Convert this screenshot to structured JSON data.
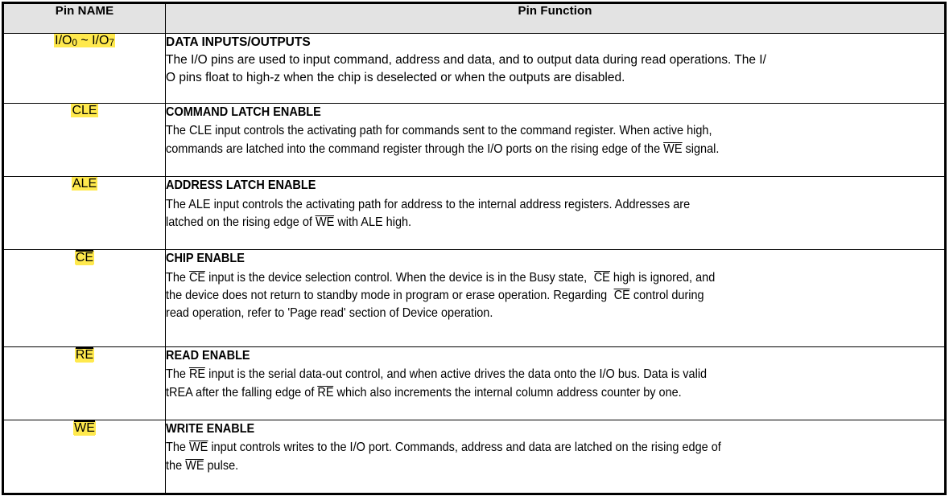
{
  "table": {
    "headers": {
      "pin_name": "Pin NAME",
      "pin_function": "Pin Function"
    },
    "highlight_color": "#ffe94d",
    "header_bg": "#e3e3e3",
    "rows": [
      {
        "name_prefix": "I/O",
        "name_sub1": "0",
        "name_mid": " ~ I/O",
        "name_sub2": "7",
        "overline": false,
        "title": "DATA INPUTS/OUTPUTS",
        "line1": "The I/O pins are used to input command, address and data, and to output data during read operations. The I/",
        "line2": "O pins float to high-z when the chip is deselected or when the outputs are disabled."
      },
      {
        "name": "CLE",
        "overline": false,
        "title": "COMMAND LATCH ENABLE",
        "line1a": "The CLE input controls the activating path for commands sent to the command register. When active high,",
        "line2a": "commands are latched into the command register through the I/O ports on the rising edge of the ",
        "line2_ovl": "WE",
        "line2b": " signal."
      },
      {
        "name": "ALE",
        "overline": false,
        "title": "ADDRESS LATCH ENABLE",
        "line1a": "The ALE input controls the activating path for address to the internal address registers. Addresses are",
        "line2a": "latched on the rising edge of ",
        "line2_ovl": "WE",
        "line2b": " with ALE high."
      },
      {
        "name": "CE",
        "overline": true,
        "title": "CHIP ENABLE",
        "line1a": "The ",
        "line1_ovl": "CE",
        "line1b": " input is the device selection control. When the device is in the Busy state, ",
        "line1_ovl2": "CE",
        "line1c": " high is ignored, and",
        "line2a": "the device does not return to standby mode in program or erase operation. Regarding ",
        "line2_ovl": "CE",
        "line2b": " control during",
        "line3": "read operation, refer to 'Page read' section of Device operation."
      },
      {
        "name": "RE",
        "overline": true,
        "title": "READ ENABLE",
        "line1a": "The ",
        "line1_ovl": "RE",
        "line1b": " input is the serial data-out control, and when active drives the data onto the I/O bus. Data is valid",
        "line2a": "tREA after the falling edge of ",
        "line2_ovl": "RE",
        "line2b": " which also increments the internal column address counter by one."
      },
      {
        "name": "WE",
        "overline": true,
        "title": "WRITE ENABLE",
        "line1a": "The ",
        "line1_ovl": "WE",
        "line1b": " input controls writes to the I/O port. Commands, address and data are latched on the rising edge of",
        "line2a": "the ",
        "line2_ovl": "WE",
        "line2b": " pulse."
      }
    ]
  }
}
